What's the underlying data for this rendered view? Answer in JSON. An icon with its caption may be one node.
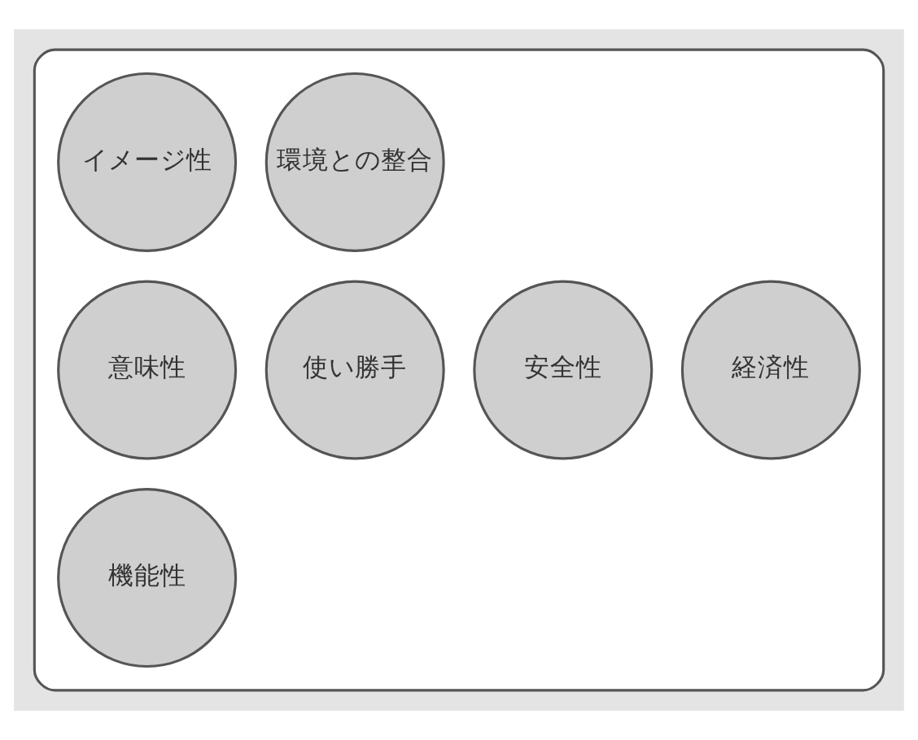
{
  "diagram": {
    "nodes": [
      {
        "text": [],
        "shape": "box"
      },
      {
        "text": [
          "イメージ性"
        ],
        "in": 0
      },
      {
        "text": [
          "環境との整合"
        ],
        "in": 0
      },
      {
        "text": [
          "意味性"
        ],
        "in": 0
      },
      {
        "text": [
          "安全性"
        ],
        "in": 0
      },
      {
        "text": [
          "経済性"
        ],
        "in": 0
      },
      {
        "text": [
          "使い勝手"
        ],
        "in": 0
      },
      {
        "text": [
          "機能性"
        ],
        "in": 0
      }
    ],
    "edges": []
  }
}
